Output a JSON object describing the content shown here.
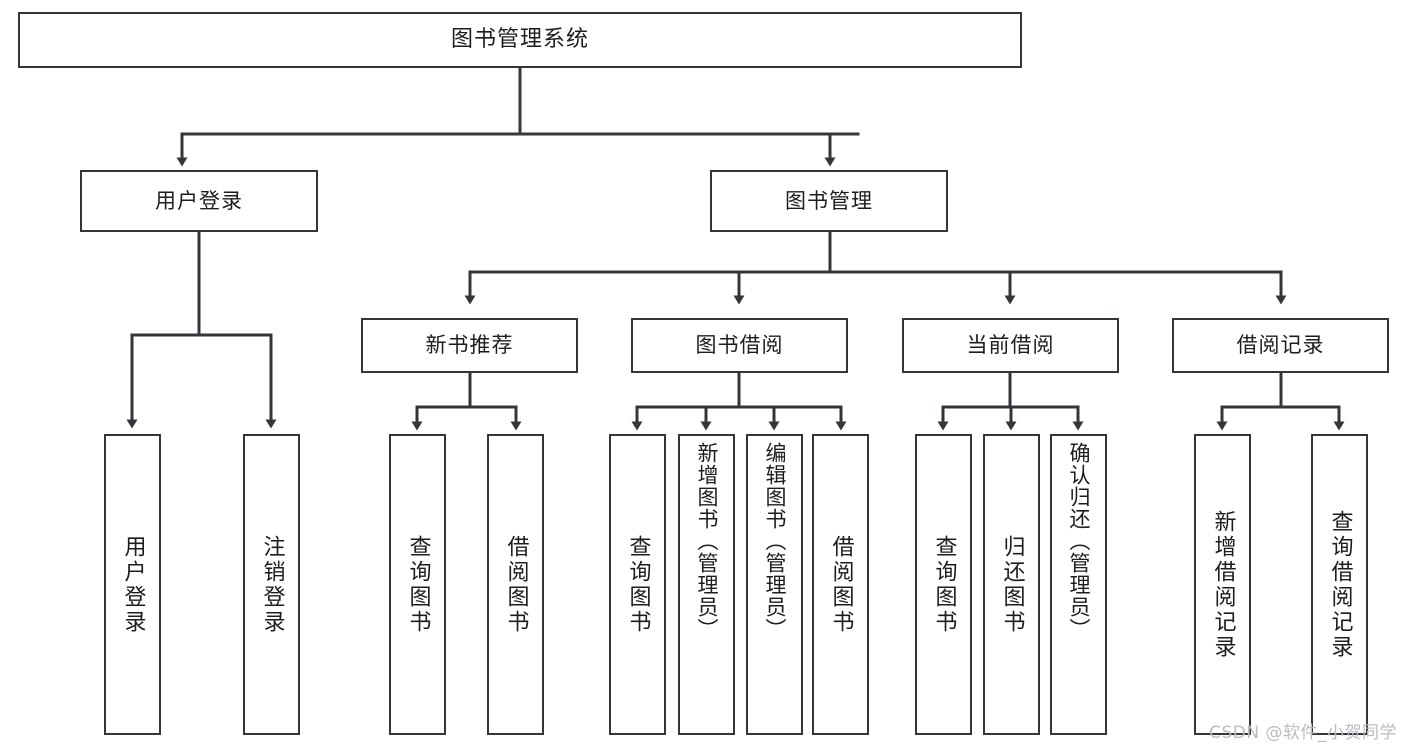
{
  "diagram": {
    "title": "图书管理系统",
    "type": "tree",
    "stroke_color": "#33373b",
    "background_color": "#ffffff",
    "text_color": "#1b1d1f",
    "watermark": "CSDN @软件_小贺同学",
    "nodes": {
      "root": {
        "label": "图书管理系统"
      },
      "level2": [
        {
          "id": "user-login",
          "label": "用户登录"
        },
        {
          "id": "book-manage",
          "label": "图书管理"
        }
      ],
      "level3": [
        {
          "id": "new-book-recommend",
          "label": "新书推荐"
        },
        {
          "id": "book-borrow",
          "label": "图书借阅"
        },
        {
          "id": "current-borrow",
          "label": "当前借阅"
        },
        {
          "id": "borrow-record",
          "label": "借阅记录"
        }
      ],
      "leaves": {
        "user_login": [
          {
            "id": "leaf-user-login",
            "label": "用户登录"
          },
          {
            "id": "leaf-logout-login",
            "label": "注销登录"
          }
        ],
        "new_book_recommend": [
          {
            "id": "leaf-query-book-1",
            "label": "查询图书"
          },
          {
            "id": "leaf-borrow-book-1",
            "label": "借阅图书"
          }
        ],
        "book_borrow": [
          {
            "id": "leaf-query-book-2",
            "label": "查询图书"
          },
          {
            "id": "leaf-add-book",
            "label": "新增图书（管理员）"
          },
          {
            "id": "leaf-edit-book",
            "label": "编辑图书（管理员）"
          },
          {
            "id": "leaf-borrow-book-2",
            "label": "借阅图书"
          }
        ],
        "current_borrow": [
          {
            "id": "leaf-query-book-3",
            "label": "查询图书"
          },
          {
            "id": "leaf-return-book",
            "label": "归还图书"
          },
          {
            "id": "leaf-confirm-return",
            "label": "确认归还（管理员）"
          }
        ],
        "borrow_record": [
          {
            "id": "leaf-add-record",
            "label": "新增借阅记录"
          },
          {
            "id": "leaf-query-record",
            "label": "查询借阅记录"
          }
        ]
      }
    }
  }
}
